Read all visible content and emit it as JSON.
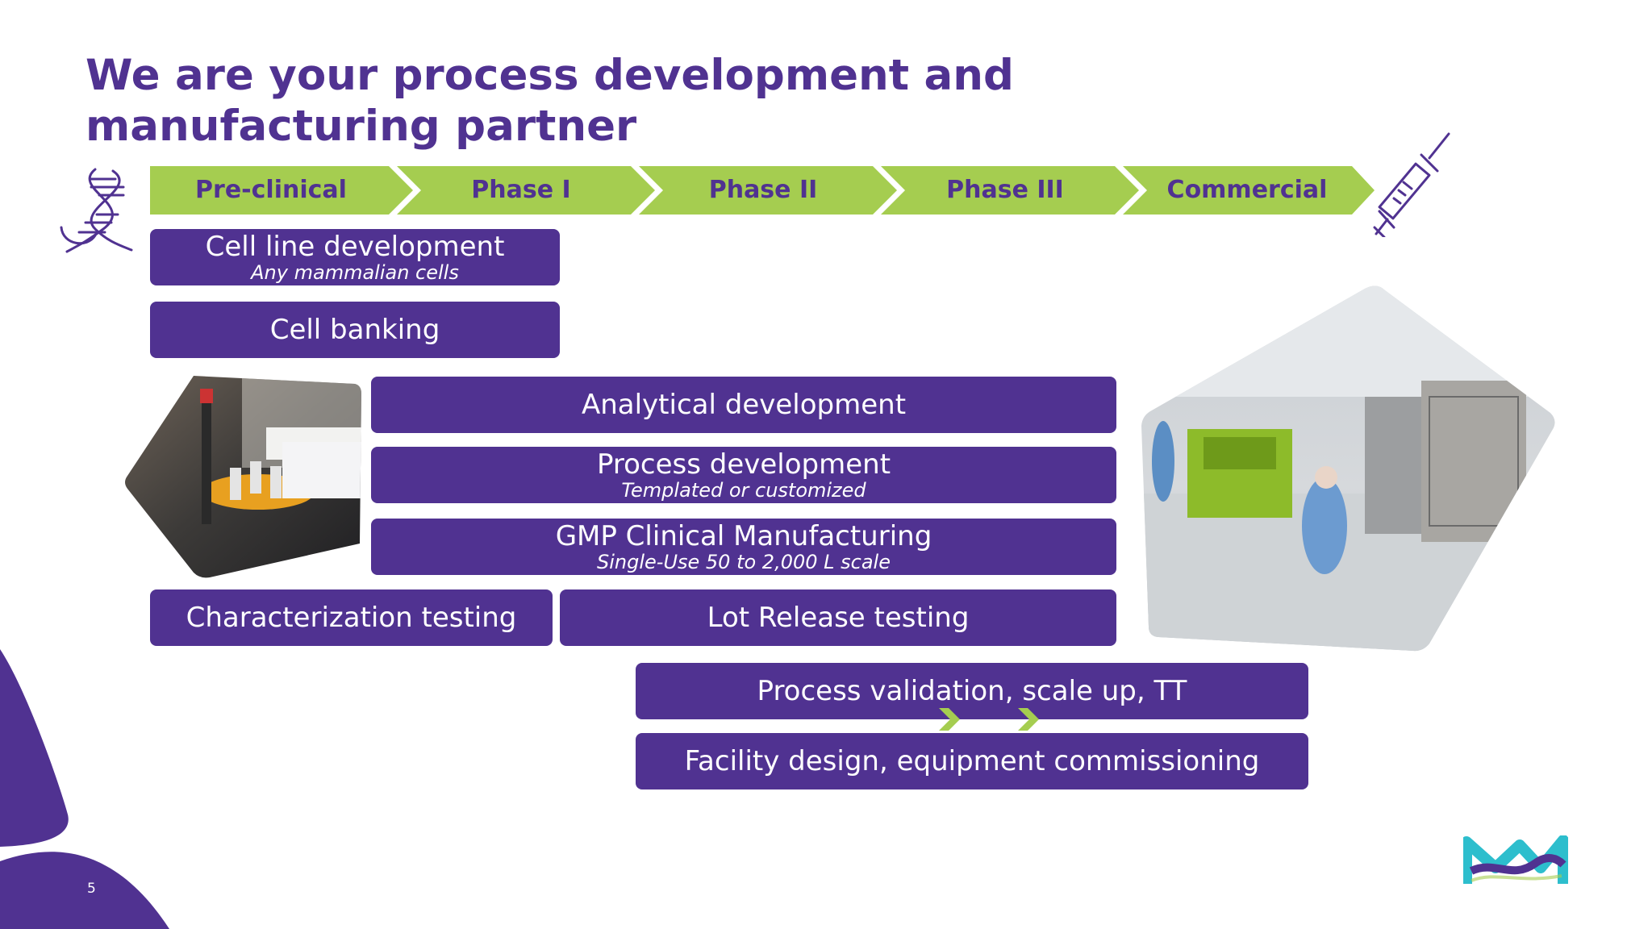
{
  "title": "We are your process development and manufacturing partner",
  "phases": [
    {
      "label": "Pre-clinical"
    },
    {
      "label": "Phase I"
    },
    {
      "label": "Phase II"
    },
    {
      "label": "Phase III"
    },
    {
      "label": "Commercial"
    }
  ],
  "activities": {
    "cell_line": {
      "title": "Cell line development",
      "subtitle": "Any mammalian cells"
    },
    "cell_banking": {
      "title": "Cell banking"
    },
    "analytical": {
      "title": "Analytical development"
    },
    "process_dev": {
      "title": "Process development",
      "subtitle": "Templated or customized"
    },
    "gmp": {
      "title": "GMP Clinical Manufacturing",
      "subtitle": "Single-Use 50 to 2,000 L scale"
    },
    "characterization": {
      "title": "Characterization testing"
    },
    "lot_release": {
      "title": "Lot Release testing"
    },
    "validation": {
      "title": "Process validation, scale up, TT"
    },
    "facility": {
      "title": "Facility design, equipment commissioning"
    }
  },
  "page_number": "5",
  "colors": {
    "purple": "#503291",
    "green": "#a5cd50",
    "teal": "#2dbecd"
  },
  "icons": [
    "dna-icon",
    "syringe-icon",
    "company-logo"
  ]
}
